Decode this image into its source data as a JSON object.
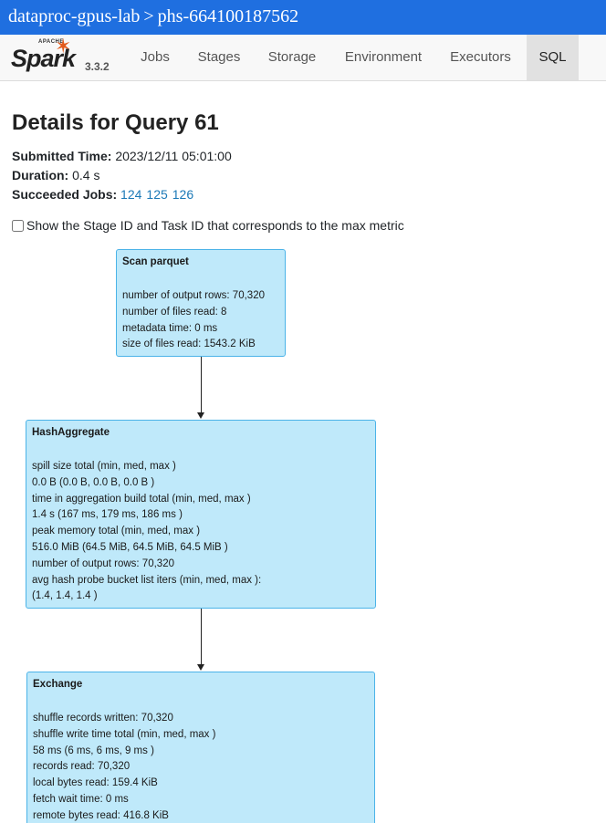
{
  "window": {
    "cluster": "dataproc-gpus-lab",
    "separator": ">",
    "history_id": "phs-664100187562"
  },
  "brand": {
    "apache": "APACHE",
    "name": "Spark",
    "version": "3.3.2"
  },
  "nav": {
    "items": [
      {
        "label": "Jobs"
      },
      {
        "label": "Stages"
      },
      {
        "label": "Storage"
      },
      {
        "label": "Environment"
      },
      {
        "label": "Executors"
      },
      {
        "label": "SQL"
      }
    ],
    "active": "SQL"
  },
  "page": {
    "title": "Details for Query 61",
    "submitted_label": "Submitted Time:",
    "submitted_value": "2023/12/11 05:01:00",
    "duration_label": "Duration:",
    "duration_value": "0.4 s",
    "jobs_label": "Succeeded Jobs:",
    "jobs": [
      "124",
      "125",
      "126"
    ],
    "checkbox_label": "Show the Stage ID and Task ID that corresponds to the max metric"
  },
  "plan": {
    "nodes": [
      {
        "title": "Scan parquet",
        "metrics": [
          "number of output rows: 70,320",
          "number of files read: 8",
          "metadata time: 0 ms",
          "size of files read: 1543.2 KiB"
        ]
      },
      {
        "title": "HashAggregate",
        "metrics": [
          "spill size total (min, med, max )",
          "0.0 B (0.0 B, 0.0 B, 0.0 B )",
          "time in aggregation build total (min, med, max )",
          "1.4 s (167 ms, 179 ms, 186 ms )",
          "peak memory total (min, med, max )",
          "516.0 MiB (64.5 MiB, 64.5 MiB, 64.5 MiB )",
          "number of output rows: 70,320",
          "avg hash probe bucket list iters (min, med, max ):",
          "(1.4, 1.4, 1.4 )"
        ]
      },
      {
        "title": "Exchange",
        "metrics": [
          "shuffle records written: 70,320",
          "shuffle write time total (min, med, max )",
          "58 ms (6 ms, 6 ms, 9 ms )",
          "records read: 70,320",
          "local bytes read: 159.4 KiB",
          "fetch wait time: 0 ms",
          "remote bytes read: 416.8 KiB"
        ]
      }
    ]
  },
  "colors": {
    "titlebar": "#1f6fe0",
    "node_fill": "#bfe9fa",
    "node_border": "#4bb3e8",
    "link": "#1b79b7",
    "spark_orange": "#e25a1c"
  }
}
